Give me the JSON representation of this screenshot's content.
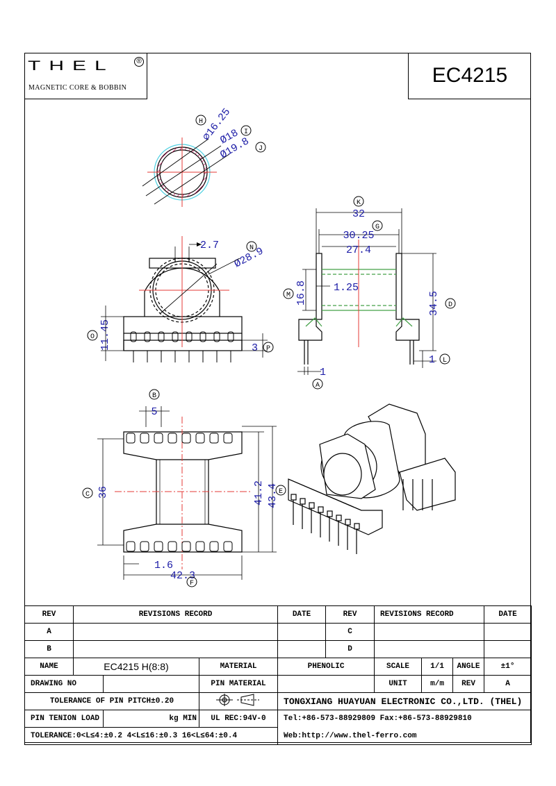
{
  "header": {
    "logo_text": "THEL",
    "logo_registered": "®",
    "logo_subtitle": "MAGNETIC CORE & BOBBIN",
    "part_number": "EC4215"
  },
  "dimensions": {
    "H_label": "H",
    "H_value": "⌀16.25",
    "I_label": "I",
    "I_value": "Ø18",
    "J_label": "J",
    "J_value": "Ø19.8",
    "K_label": "K",
    "K_value": "32",
    "G_label": "G",
    "G_value": "30.25",
    "width_inner": "27.4",
    "pin_offset": "2.7",
    "N_label": "N",
    "N_value": "Ø28.9",
    "M_label": "M",
    "M_value": "16.8",
    "wall": "1.25",
    "D_label": "D",
    "D_value": "34.5",
    "O_label": "O",
    "O_value": "11.45",
    "P_label": "P",
    "P_value": "3",
    "L_label": "L",
    "L_value": "1",
    "A_label": "A",
    "A_value": "1",
    "B_label": "B",
    "B_value": "5",
    "C_label": "C",
    "C_value": "36",
    "E_label": "E",
    "E_value": "43.4",
    "height_mid": "41.2",
    "F_label": "F",
    "F_value": "42.3",
    "flange": "1.6"
  },
  "table": {
    "rev_h": "REV",
    "revisions_h": "REVISIONS RECORD",
    "date_h": "DATE",
    "rev_a": "A",
    "rev_b": "B",
    "rev_c": "C",
    "rev_d": "D",
    "name_label": "NAME",
    "name_value": "EC4215 H(8:8)",
    "material_label": "MATERIAL",
    "material_value": "PHENOLIC",
    "scale_label": "SCALE",
    "scale_value": "1/1",
    "angle_label": "ANGLE",
    "angle_value": "±1°",
    "drawing_no_label": "DRAWING NO",
    "pin_material_label": "PIN MATERIAL",
    "unit_label": "UNIT",
    "unit_value": "m/m",
    "rev_label": "REV",
    "rev_value": "A",
    "tolerance_pitch": "TOLERANCE OF PIN PITCH±0.20",
    "company": "TONGXIANG HUAYUAN ELECTRONIC CO.,LTD.  (THEL)",
    "pin_tension_label": "PIN TENION LOAD",
    "pin_tension_unit": "kg MIN",
    "ul_rec": "UL REC:94V-0",
    "tel_fax": "Tel:+86-573-88929809 Fax:+86-573-88929810",
    "tolerance": "TOLERANCE:0<L≤4:±0.2  4<L≤16:±0.3  16<L≤64:±0.4",
    "web": "Web:http://www.thel-ferro.com"
  }
}
